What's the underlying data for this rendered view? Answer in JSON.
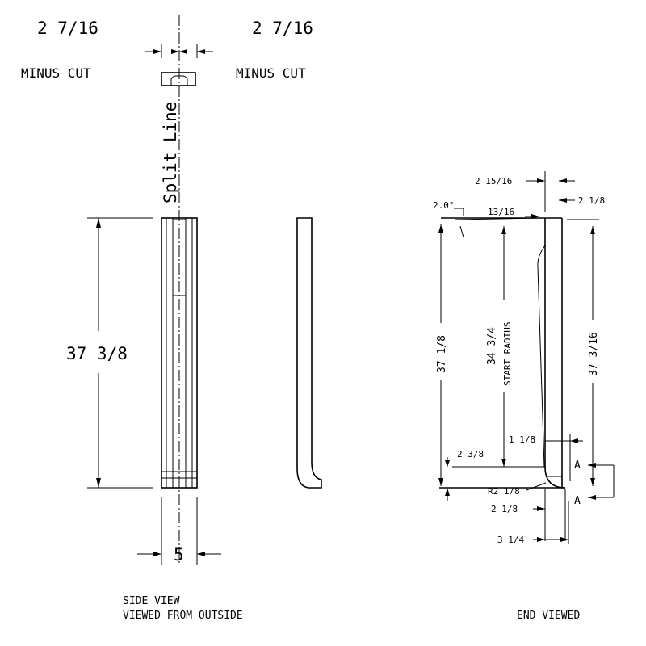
{
  "side_view": {
    "left_cut_dim": "2 7/16",
    "left_cut_note": "MINUS CUT",
    "right_cut_dim": "2 7/16",
    "right_cut_note": "MINUS CUT",
    "split_line_label": "Split Line",
    "height_dim": "37 3/8",
    "width_dim": "5",
    "caption_line1": "SIDE VIEW",
    "caption_line2": "VIEWED FROM OUTSIDE"
  },
  "end_view": {
    "dim_top_width": "2 15/16",
    "dim_top_right": "2 1/8",
    "dim_angle": "2.0°",
    "dim_taper": "13/16",
    "dim_left_height": "37 1/8",
    "dim_start_radius_value": "34 3/4",
    "dim_start_radius_label": "START RADIUS",
    "dim_right_height": "37 3/16",
    "dim_offset_right": "1 1/8",
    "dim_offset_left": "2 3/8",
    "section_marker_top": "A",
    "section_marker_bottom": "A",
    "dim_radius": "R2 1/8",
    "dim_foot_width": "2 1/8",
    "dim_total_width": "3 1/4",
    "caption": "END VIEWED"
  }
}
